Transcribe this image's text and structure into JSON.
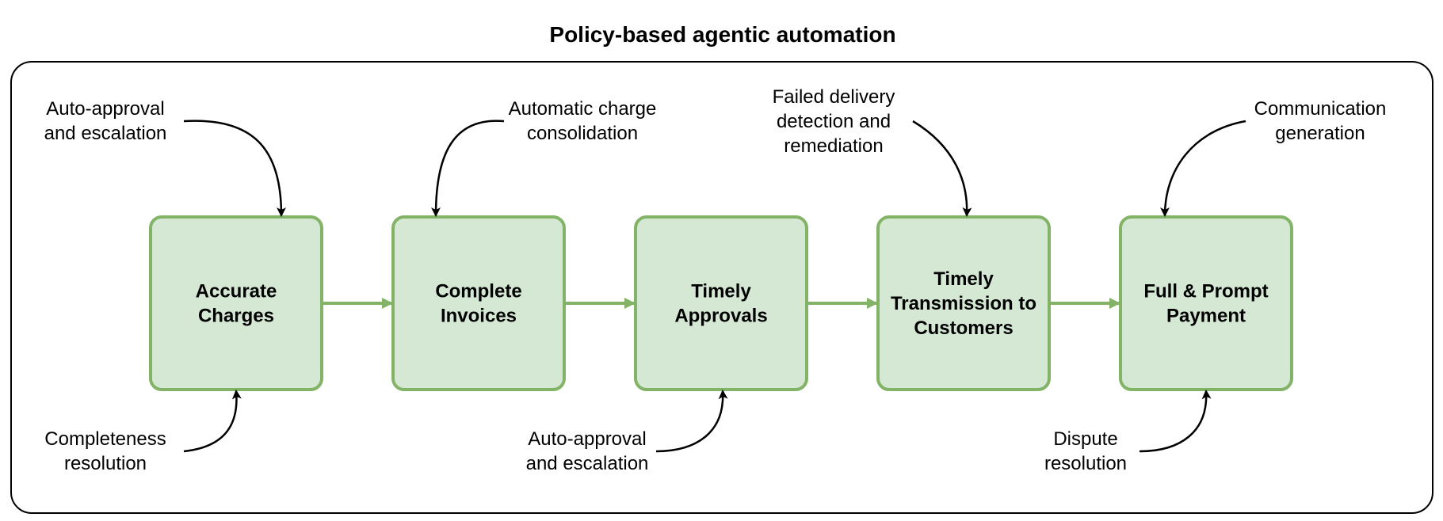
{
  "title": "Policy-based agentic automation",
  "colors": {
    "box_fill": "#d5e8d4",
    "box_stroke": "#82b366",
    "flow_arrow": "#82b366",
    "annotation_arrow": "#000000",
    "frame_stroke": "#000000"
  },
  "steps": [
    {
      "lines": [
        "Accurate",
        "Charges"
      ]
    },
    {
      "lines": [
        "Complete",
        "Invoices"
      ]
    },
    {
      "lines": [
        "Timely",
        "Approvals"
      ]
    },
    {
      "lines": [
        "Timely",
        "Transmission to",
        "Customers"
      ]
    },
    {
      "lines": [
        "Full & Prompt",
        "Payment"
      ]
    }
  ],
  "annotations_top": [
    {
      "step": 0,
      "lines": [
        "Auto-approval",
        "and escalation"
      ]
    },
    {
      "step": 1,
      "lines": [
        "Automatic charge",
        "consolidation"
      ]
    },
    {
      "step": 3,
      "lines": [
        "Failed delivery",
        "detection and",
        "remediation"
      ]
    },
    {
      "step": 4,
      "lines": [
        "Communication",
        "generation"
      ]
    }
  ],
  "annotations_bottom": [
    {
      "step": 0,
      "lines": [
        "Completeness",
        "resolution"
      ]
    },
    {
      "step": 2,
      "lines": [
        "Auto-approval",
        "and escalation"
      ]
    },
    {
      "step": 4,
      "lines": [
        "Dispute",
        "resolution"
      ]
    }
  ]
}
